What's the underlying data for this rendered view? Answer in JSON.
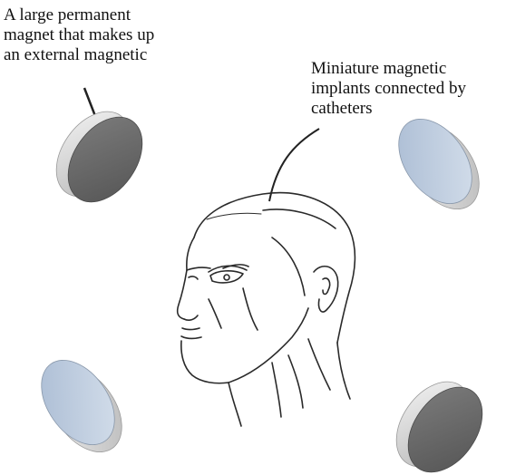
{
  "annotations": {
    "external_magnet": {
      "lines": [
        "A large permanent",
        "magnet that makes up",
        "an external magnetic"
      ]
    },
    "implants": {
      "lines": [
        "Miniature magnetic",
        "implants connected by",
        "catheters"
      ]
    }
  },
  "colors": {
    "magnet_face_dark": "#6b6b6b",
    "magnet_face_light": "#bfcde0",
    "magnet_side": "#e2e2e2",
    "line": "#222222"
  }
}
